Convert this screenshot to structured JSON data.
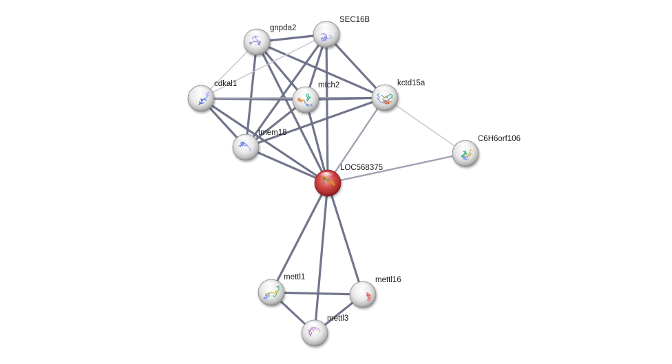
{
  "network": {
    "nodes": [
      {
        "id": "gnpda2",
        "label": "gnpda2",
        "query": false,
        "protein_colors": [
          "#8b6fd4",
          "#b39be6"
        ]
      },
      {
        "id": "SEC16B",
        "label": "SEC16B",
        "query": false,
        "protein_colors": [
          "#6a6fd8",
          "#9aa0ec"
        ]
      },
      {
        "id": "cdkal1",
        "label": "cdkal1",
        "query": false,
        "protein_colors": [
          "#4f6fd6",
          "#8aa2ef"
        ]
      },
      {
        "id": "mtch2",
        "label": "mtch2",
        "query": false,
        "protein_colors": [
          "#2fae8f",
          "#6c8ee0",
          "#e08a3a"
        ]
      },
      {
        "id": "kctd15a",
        "label": "kctd15a",
        "query": false,
        "protein_colors": [
          "#2fae8f",
          "#e0a030",
          "#6c8ee0",
          "#d94f4f"
        ]
      },
      {
        "id": "tmem18",
        "label": "tmem18",
        "query": false,
        "protein_colors": [
          "#5a6fd6",
          "#8fa0ec"
        ]
      },
      {
        "id": "C6H6orf106",
        "label": "C6H6orf106",
        "query": false,
        "protein_colors": [
          "#2fae8f",
          "#6c8ee0",
          "#e0c040"
        ]
      },
      {
        "id": "LOC568375",
        "label": "LOC568375",
        "query": true,
        "protein_colors": [
          "#e07a1a",
          "#3a9a3a",
          "#d0a020"
        ]
      },
      {
        "id": "mettl1",
        "label": "mettl1",
        "query": false,
        "protein_colors": [
          "#2fae8f",
          "#6c8ee0",
          "#e0c040"
        ]
      },
      {
        "id": "mettl16",
        "label": "mettl16",
        "query": false,
        "protein_colors": [
          "#e05050",
          "#f08080"
        ]
      },
      {
        "id": "mettl3",
        "label": "mettl3",
        "query": false,
        "protein_colors": [
          "#b070c0",
          "#d0a0e0"
        ]
      }
    ],
    "edges": [
      {
        "source": "gnpda2",
        "target": "SEC16B",
        "strength": "strong"
      },
      {
        "source": "gnpda2",
        "target": "cdkal1",
        "strength": "light"
      },
      {
        "source": "gnpda2",
        "target": "mtch2",
        "strength": "strong"
      },
      {
        "source": "gnpda2",
        "target": "kctd15a",
        "strength": "strong"
      },
      {
        "source": "gnpda2",
        "target": "tmem18",
        "strength": "strong"
      },
      {
        "source": "gnpda2",
        "target": "LOC568375",
        "strength": "strong"
      },
      {
        "source": "SEC16B",
        "target": "cdkal1",
        "strength": "light"
      },
      {
        "source": "SEC16B",
        "target": "mtch2",
        "strength": "strong"
      },
      {
        "source": "SEC16B",
        "target": "kctd15a",
        "strength": "strong"
      },
      {
        "source": "SEC16B",
        "target": "tmem18",
        "strength": "strong"
      },
      {
        "source": "SEC16B",
        "target": "LOC568375",
        "strength": "strong"
      },
      {
        "source": "cdkal1",
        "target": "mtch2",
        "strength": "strong"
      },
      {
        "source": "cdkal1",
        "target": "kctd15a",
        "strength": "medium"
      },
      {
        "source": "cdkal1",
        "target": "tmem18",
        "strength": "strong"
      },
      {
        "source": "cdkal1",
        "target": "LOC568375",
        "strength": "strong"
      },
      {
        "source": "mtch2",
        "target": "kctd15a",
        "strength": "strong"
      },
      {
        "source": "mtch2",
        "target": "tmem18",
        "strength": "strong"
      },
      {
        "source": "mtch2",
        "target": "LOC568375",
        "strength": "strong"
      },
      {
        "source": "kctd15a",
        "target": "tmem18",
        "strength": "strong"
      },
      {
        "source": "kctd15a",
        "target": "LOC568375",
        "strength": "medium"
      },
      {
        "source": "kctd15a",
        "target": "C6H6orf106",
        "strength": "light"
      },
      {
        "source": "tmem18",
        "target": "LOC568375",
        "strength": "strong"
      },
      {
        "source": "C6H6orf106",
        "target": "LOC568375",
        "strength": "medium"
      },
      {
        "source": "LOC568375",
        "target": "mettl1",
        "strength": "strong"
      },
      {
        "source": "LOC568375",
        "target": "mettl16",
        "strength": "strong"
      },
      {
        "source": "LOC568375",
        "target": "mettl3",
        "strength": "strong"
      },
      {
        "source": "mettl1",
        "target": "mettl16",
        "strength": "strong"
      },
      {
        "source": "mettl1",
        "target": "mettl3",
        "strength": "strong"
      },
      {
        "source": "mettl16",
        "target": "mettl3",
        "strength": "strong"
      }
    ]
  },
  "colors": {
    "edge_strong": "#6b6f86",
    "edge_medium": "#9b9eb0",
    "edge_light": "#c4c5cf",
    "node_default": "#e9e9e9",
    "node_query": "#cf3b3b"
  }
}
